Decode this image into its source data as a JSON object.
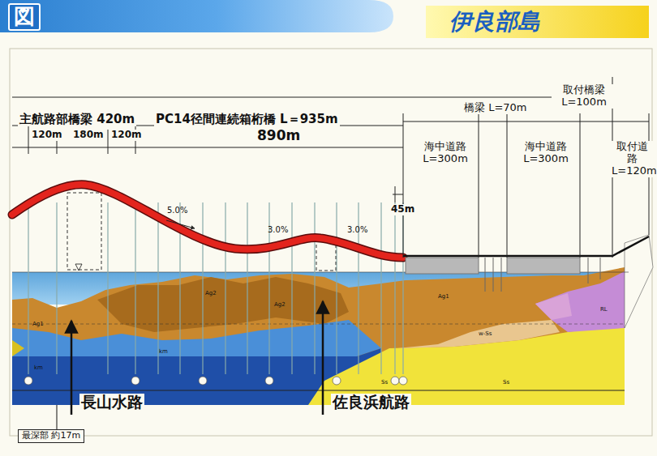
{
  "diagram": {
    "title": "図",
    "nodes": [
      {
        "text": [
          "伊良部島"
        ]
      },
      {
        "text": [
          "最深部 約17m"
        ]
      }
    ],
    "labels": [
      "主航路部橋梁 420m",
      "PC14径間連続箱桁橋 L＝935m",
      "120m",
      "180m",
      "120m",
      "890m",
      "橋梁 L=70m",
      "取付橋梁 L=100m",
      "海中道路 L=300m",
      "海中道路 L=300m",
      "取付道路 L=120m",
      "45m",
      "5.0%",
      "3.0%",
      "3.0%",
      "長山水路",
      "佐良浜航路",
      "Ag1",
      "Ag2",
      "Ag2",
      "Ag1",
      "km",
      "km",
      "Ss",
      "Ss",
      "RL",
      "w-Ss"
    ]
  }
}
